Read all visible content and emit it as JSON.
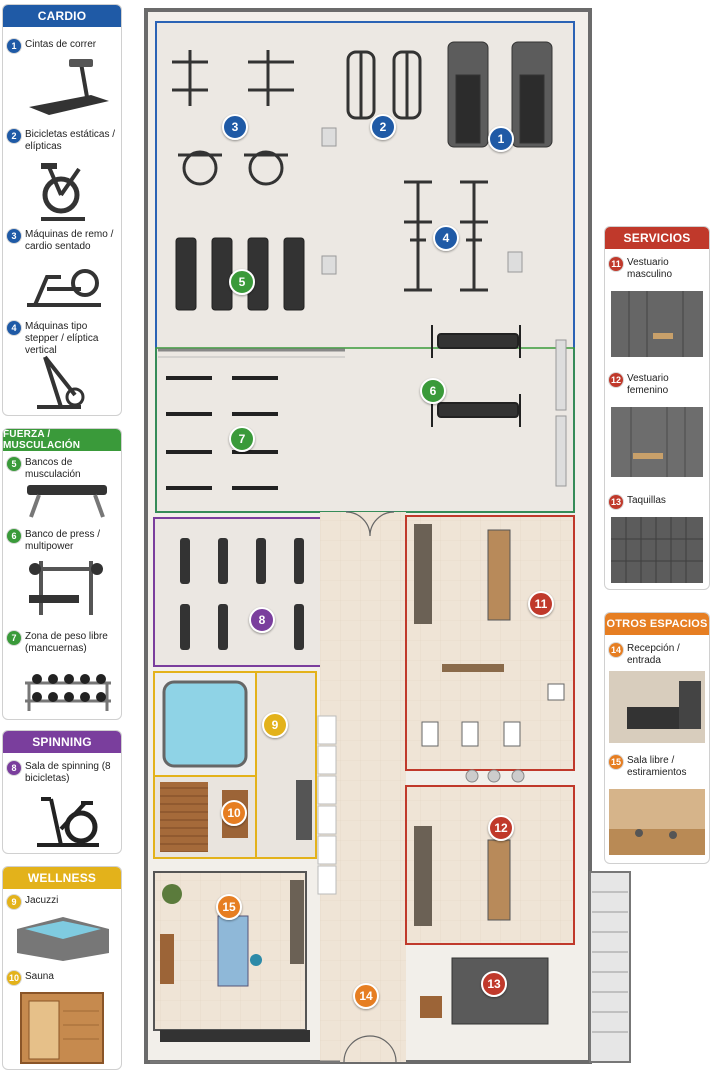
{
  "legend_left": {
    "cardio": {
      "title": "CARDIO",
      "color": "#1f5aa6",
      "items": [
        {
          "num": "1",
          "label": "Cintas de correr"
        },
        {
          "num": "2",
          "label": "Bicicletas estáticas / elípticas"
        },
        {
          "num": "3",
          "label": "Máquinas de remo / cardio sentado"
        },
        {
          "num": "4",
          "label": "Máquinas tipo stepper / elíptica vertical"
        }
      ]
    },
    "fuerza": {
      "title": "FUERZA / MUSCULACIÓN",
      "color": "#3a9a3a",
      "items": [
        {
          "num": "5",
          "label": "Bancos de musculación"
        },
        {
          "num": "6",
          "label": "Banco de press / multipower"
        },
        {
          "num": "7",
          "label": "Zona de peso libre (mancuernas)"
        }
      ]
    },
    "spinning": {
      "title": "SPINNING",
      "color": "#7a3e9d",
      "items": [
        {
          "num": "8",
          "label": "Sala de spinning (8 bicicletas)"
        }
      ]
    },
    "wellness": {
      "title": "WELLNESS",
      "color": "#e3b21b",
      "items": [
        {
          "num": "9",
          "label": "Jacuzzi"
        },
        {
          "num": "10",
          "label": "Sauna"
        }
      ]
    }
  },
  "legend_right": {
    "servicios": {
      "title": "SERVICIOS",
      "color": "#c0392b",
      "items": [
        {
          "num": "11",
          "label": "Vestuario masculino"
        },
        {
          "num": "12",
          "label": "Vestuario femenino"
        },
        {
          "num": "13",
          "label": "Taquillas"
        }
      ]
    },
    "otros": {
      "title": "OTROS ESPACIOS",
      "color": "#e67e22",
      "items": [
        {
          "num": "14",
          "label": "Recepción / entrada"
        },
        {
          "num": "15",
          "label": "Sala libre / estiramientos"
        }
      ]
    }
  },
  "plan_markers": [
    {
      "num": "1",
      "color": "#1f5aa6"
    },
    {
      "num": "2",
      "color": "#1f5aa6"
    },
    {
      "num": "3",
      "color": "#1f5aa6"
    },
    {
      "num": "4",
      "color": "#1f5aa6"
    },
    {
      "num": "5",
      "color": "#3a9a3a"
    },
    {
      "num": "6",
      "color": "#3a9a3a"
    },
    {
      "num": "7",
      "color": "#3a9a3a"
    },
    {
      "num": "8",
      "color": "#7a3e9d"
    },
    {
      "num": "9",
      "color": "#e3b21b"
    },
    {
      "num": "10",
      "color": "#e67e22"
    },
    {
      "num": "11",
      "color": "#c0392b"
    },
    {
      "num": "12",
      "color": "#c0392b"
    },
    {
      "num": "13",
      "color": "#c0392b"
    },
    {
      "num": "14",
      "color": "#e67e22"
    },
    {
      "num": "15",
      "color": "#e67e22"
    }
  ]
}
